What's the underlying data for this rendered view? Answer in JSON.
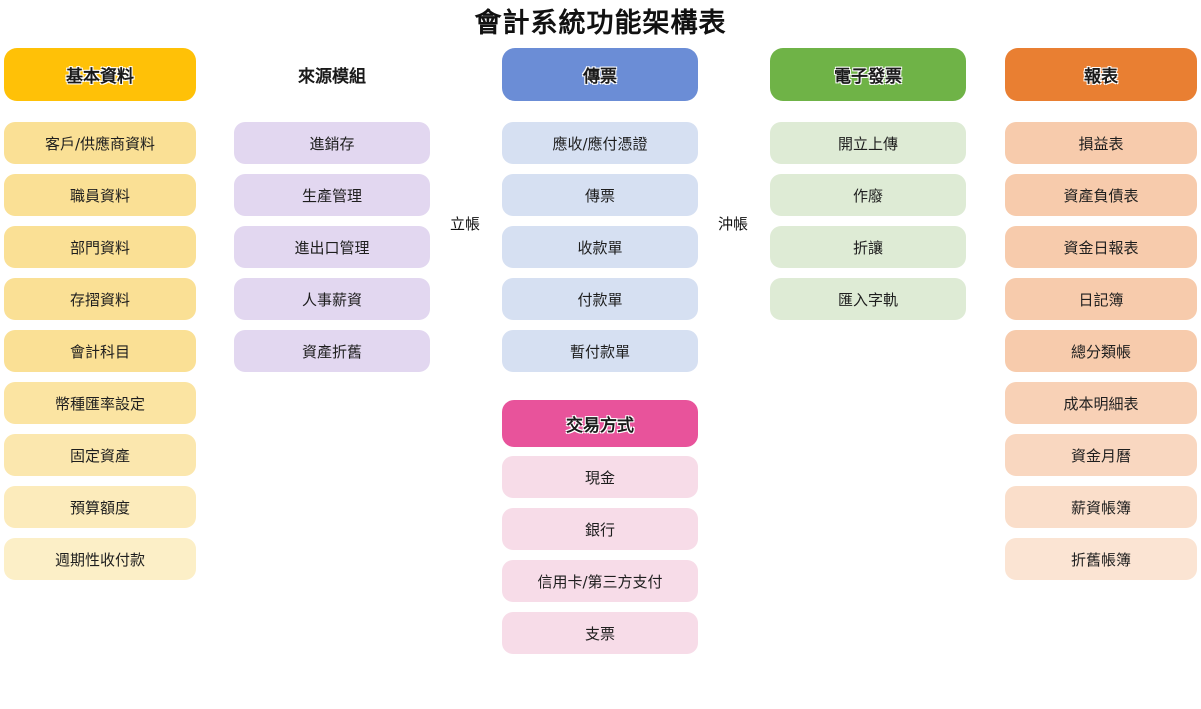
{
  "title": "會計系統功能架構表",
  "connectors": [
    {
      "label": "立帳"
    },
    {
      "label": "沖帳"
    }
  ],
  "columns": [
    {
      "header": "基本資料",
      "header_color": "#FFC107",
      "item_color": "#FAE095",
      "items": [
        "客戶/供應商資料",
        "職員資料",
        "部門資料",
        "存摺資料",
        "會計科目",
        "幣種匯率設定",
        "固定資產",
        "預算額度",
        "週期性收付款"
      ]
    },
    {
      "header": "來源模組",
      "header_color": "#C濃",
      "item_color": "#E2D7F0",
      "items": [
        "進銷存",
        "生產管理",
        "進出口管理",
        "人事薪資",
        "資產折舊"
      ]
    },
    {
      "header": "傳票",
      "header_color": "#6B8DD6",
      "item_color": "#D6E0F2",
      "items": [
        "應收/應付憑證",
        "傳票",
        "收款單",
        "付款單",
        "暫付款單"
      ],
      "subgroup": {
        "header": "交易方式",
        "header_color": "#E8539B",
        "item_color": "#F7DCE8",
        "items": [
          "現金",
          "銀行",
          "信用卡/第三方支付",
          "支票"
        ]
      }
    },
    {
      "header": "電子發票",
      "header_color": "#6FB347",
      "item_color": "#DEEBD5",
      "items": [
        "開立上傳",
        "作廢",
        "折讓",
        "匯入字軌"
      ]
    },
    {
      "header": "報表",
      "header_color": "#E97F32",
      "item_color": "#F7CBAC",
      "items": [
        "損益表",
        "資產負債表",
        "資金日報表",
        "日記簿",
        "總分類帳",
        "成本明細表",
        "資金月曆",
        "薪資帳簿",
        "折舊帳簿"
      ]
    }
  ]
}
